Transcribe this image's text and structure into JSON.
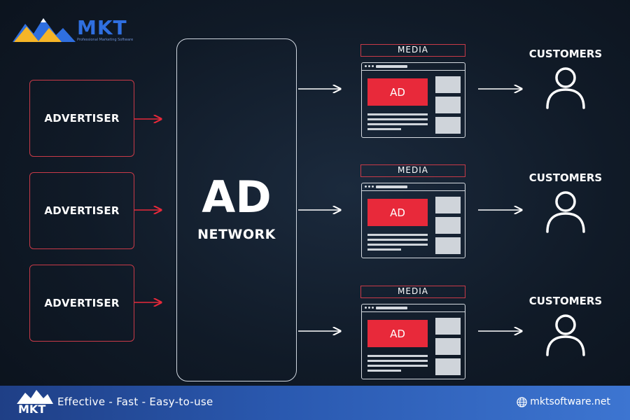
{
  "brand": {
    "name": "MKT",
    "tagline": "Professional Marketing Software",
    "colors": {
      "blue": "#2f6fe0",
      "yellow": "#f5b527",
      "red": "#e8293a"
    }
  },
  "diagram": {
    "advertiser_label": "ADVERTISER",
    "advertisers": [
      "ADVERTISER",
      "ADVERTISER",
      "ADVERTISER"
    ],
    "network": {
      "title": "AD",
      "subtitle": "NETWORK"
    },
    "media": [
      {
        "label": "MEDIA",
        "ad_label": "AD"
      },
      {
        "label": "MEDIA",
        "ad_label": "AD"
      },
      {
        "label": "MEDIA",
        "ad_label": "AD"
      }
    ],
    "customers": [
      "CUSTOMERS",
      "CUSTOMERS",
      "CUSTOMERS"
    ],
    "icons": {
      "customer": "person-icon",
      "browser": "browser-window-icon"
    }
  },
  "footer": {
    "logo_text": "MKT",
    "slogan": "Effective - Fast - Easy-to-use",
    "website": "mktsoftware.net",
    "website_icon": "globe-icon"
  }
}
